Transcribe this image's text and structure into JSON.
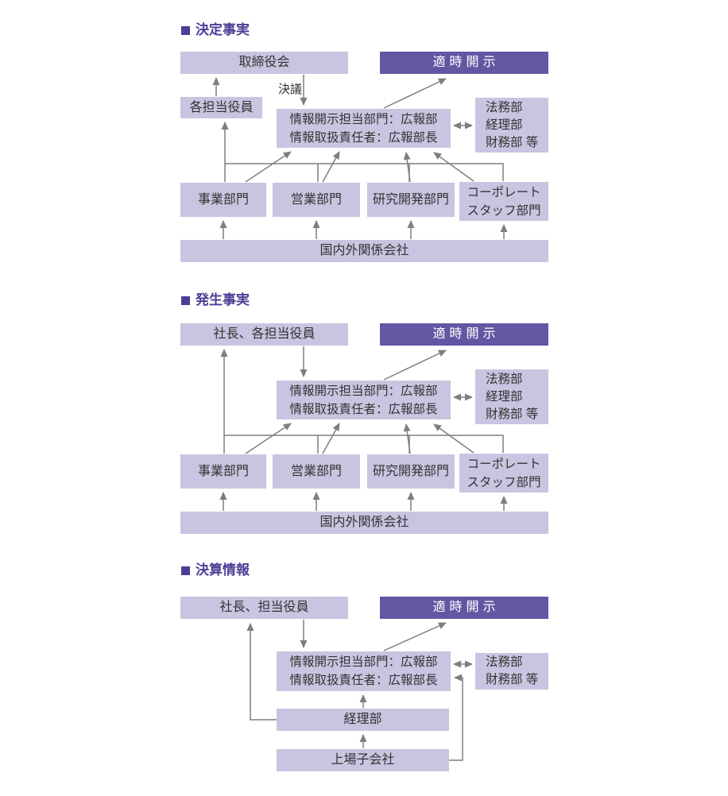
{
  "page": {
    "background": "#ffffff"
  },
  "colors": {
    "box-light": "#c9c4e0",
    "box-dark": "#6356a3",
    "heading": "#4c3d96",
    "line": "#7e7e7e",
    "text": "#333333"
  },
  "diagrams": [
    {
      "id": "decision-facts",
      "title": "決定事実",
      "labels": {
        "resolution": "決議"
      },
      "boxes": {
        "board": "取締役会",
        "timely": "適時開示",
        "officers": "各担当役員",
        "disclosure1": "情報開示担当部門：広報部",
        "disclosure2": "情報取扱責任者：広報部長",
        "support1": "法務部",
        "support2": "経理部",
        "support3": "財務部 等",
        "business": "事業部門",
        "sales": "営業部門",
        "rnd": "研究開発部門",
        "corporate1": "コーポレート",
        "corporate2": "スタッフ部門",
        "affiliates": "国内外関係会社"
      }
    },
    {
      "id": "occurrence-facts",
      "title": "発生事実",
      "boxes": {
        "president": "社長、各担当役員",
        "timely": "適時開示",
        "disclosure1": "情報開示担当部門：広報部",
        "disclosure2": "情報取扱責任者：広報部長",
        "support1": "法務部",
        "support2": "経理部",
        "support3": "財務部 等",
        "business": "事業部門",
        "sales": "営業部門",
        "rnd": "研究開発部門",
        "corporate1": "コーポレート",
        "corporate2": "スタッフ部門",
        "affiliates": "国内外関係会社"
      }
    },
    {
      "id": "financial-results",
      "title": "決算情報",
      "boxes": {
        "president": "社長、担当役員",
        "timely": "適時開示",
        "disclosure1": "情報開示担当部門：広報部",
        "disclosure2": "情報取扱責任者：広報部長",
        "support1": "法務部",
        "support2": "財務部 等",
        "accounting": "経理部",
        "subsidiaries": "上場子会社"
      }
    }
  ]
}
